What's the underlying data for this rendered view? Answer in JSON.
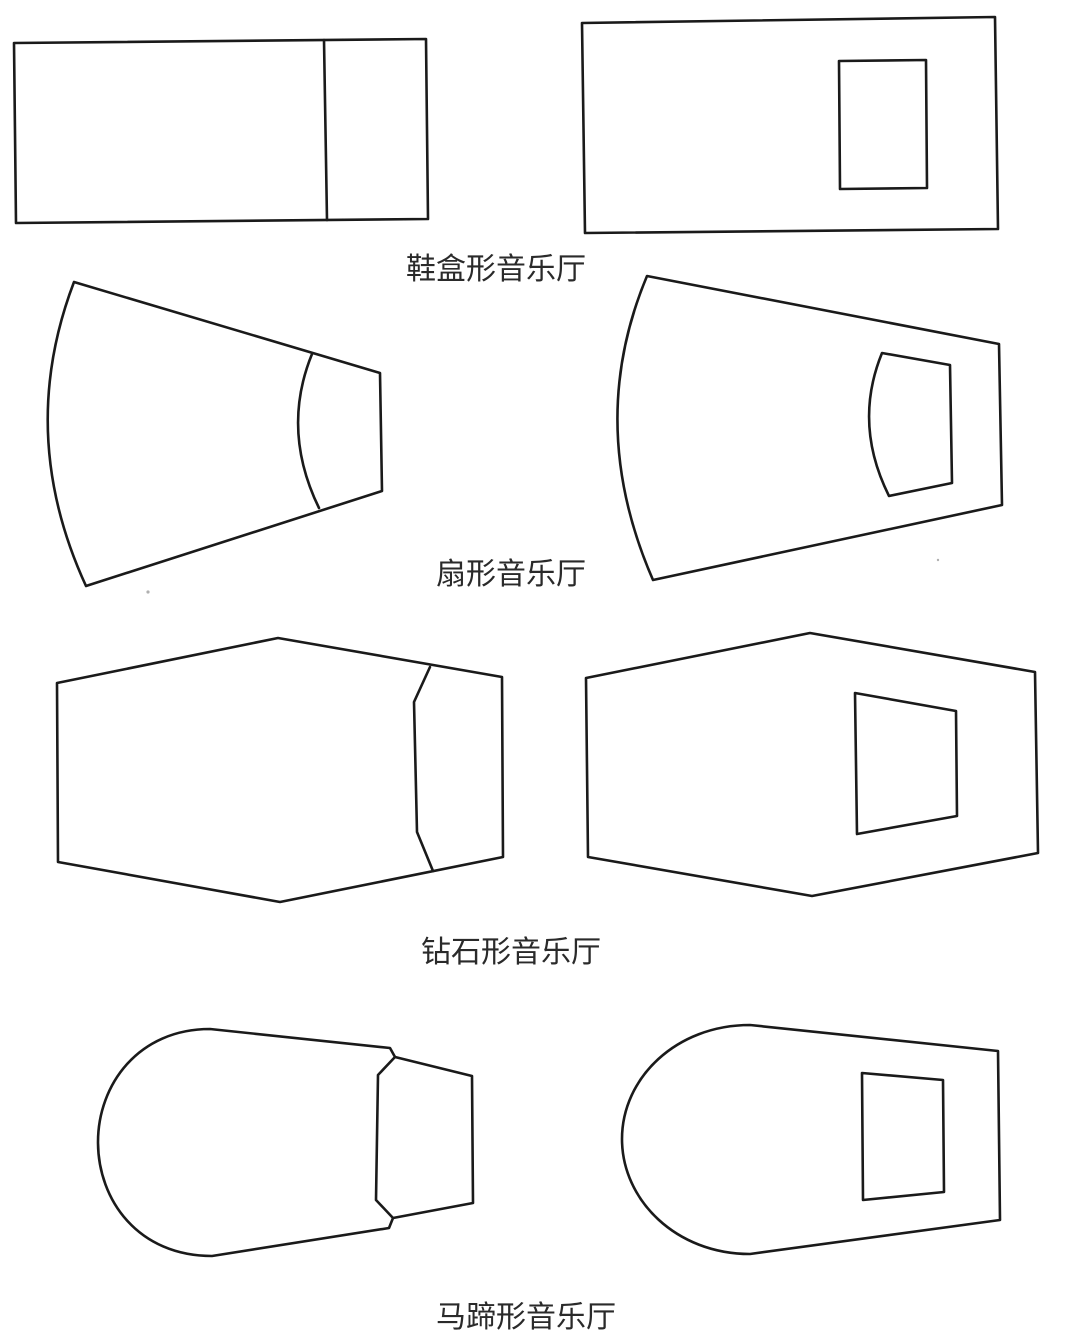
{
  "captions": {
    "shoebox": "鞋盒形音乐厅",
    "fan": "扇形音乐厅",
    "diamond": "钻石形音乐厅",
    "horseshoe": "马蹄形音乐厅"
  }
}
